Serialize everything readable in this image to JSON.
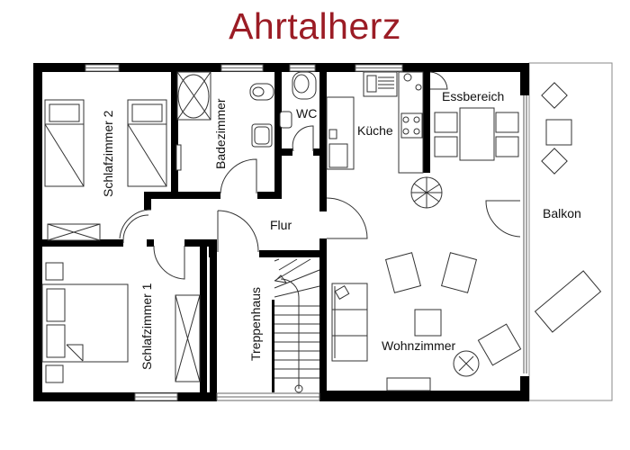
{
  "title": "Ahrtalherz",
  "colors": {
    "title": "#9b1c25",
    "walls": "#000000",
    "lines": "#333333",
    "background": "#ffffff"
  },
  "rooms": {
    "schlafzimmer2": "Schlafzimmer 2",
    "badezimmer": "Badezimmer",
    "wc": "WC",
    "kueche": "Küche",
    "essbereich": "Essbereich",
    "balkon": "Balkon",
    "flur": "Flur",
    "schlafzimmer1": "Schlafzimmer 1",
    "treppenhaus": "Treppenhaus",
    "wohnzimmer": "Wohnzimmer"
  }
}
